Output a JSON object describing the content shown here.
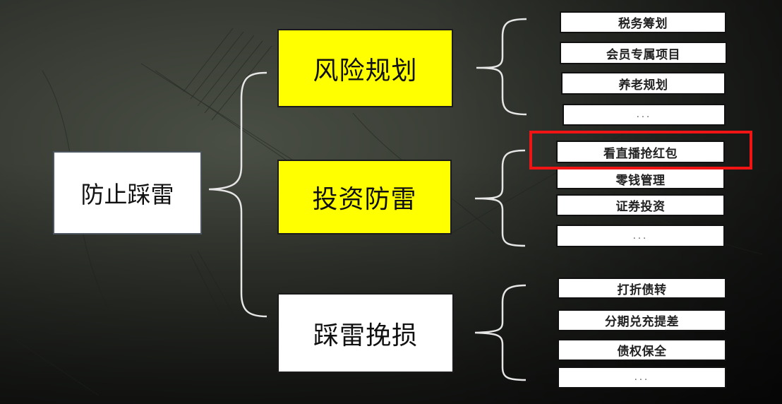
{
  "root": {
    "label": "防止踩雷"
  },
  "categories": [
    {
      "label": "风险规划",
      "color": "#ffff00",
      "items": [
        "税务筹划",
        "会员专属项目",
        "养老规划",
        "..."
      ]
    },
    {
      "label": "投资防雷",
      "color": "#ffff00",
      "items": [
        "看直播抢红包",
        "零钱管理",
        "证券投资",
        "..."
      ]
    },
    {
      "label": "踩雷挽损",
      "color": "#ffffff",
      "items": [
        "打折债转",
        "分期兑充提差",
        "债权保全",
        "..."
      ]
    }
  ],
  "highlight": {
    "item": "看直播抢红包",
    "color": "#f01414"
  }
}
